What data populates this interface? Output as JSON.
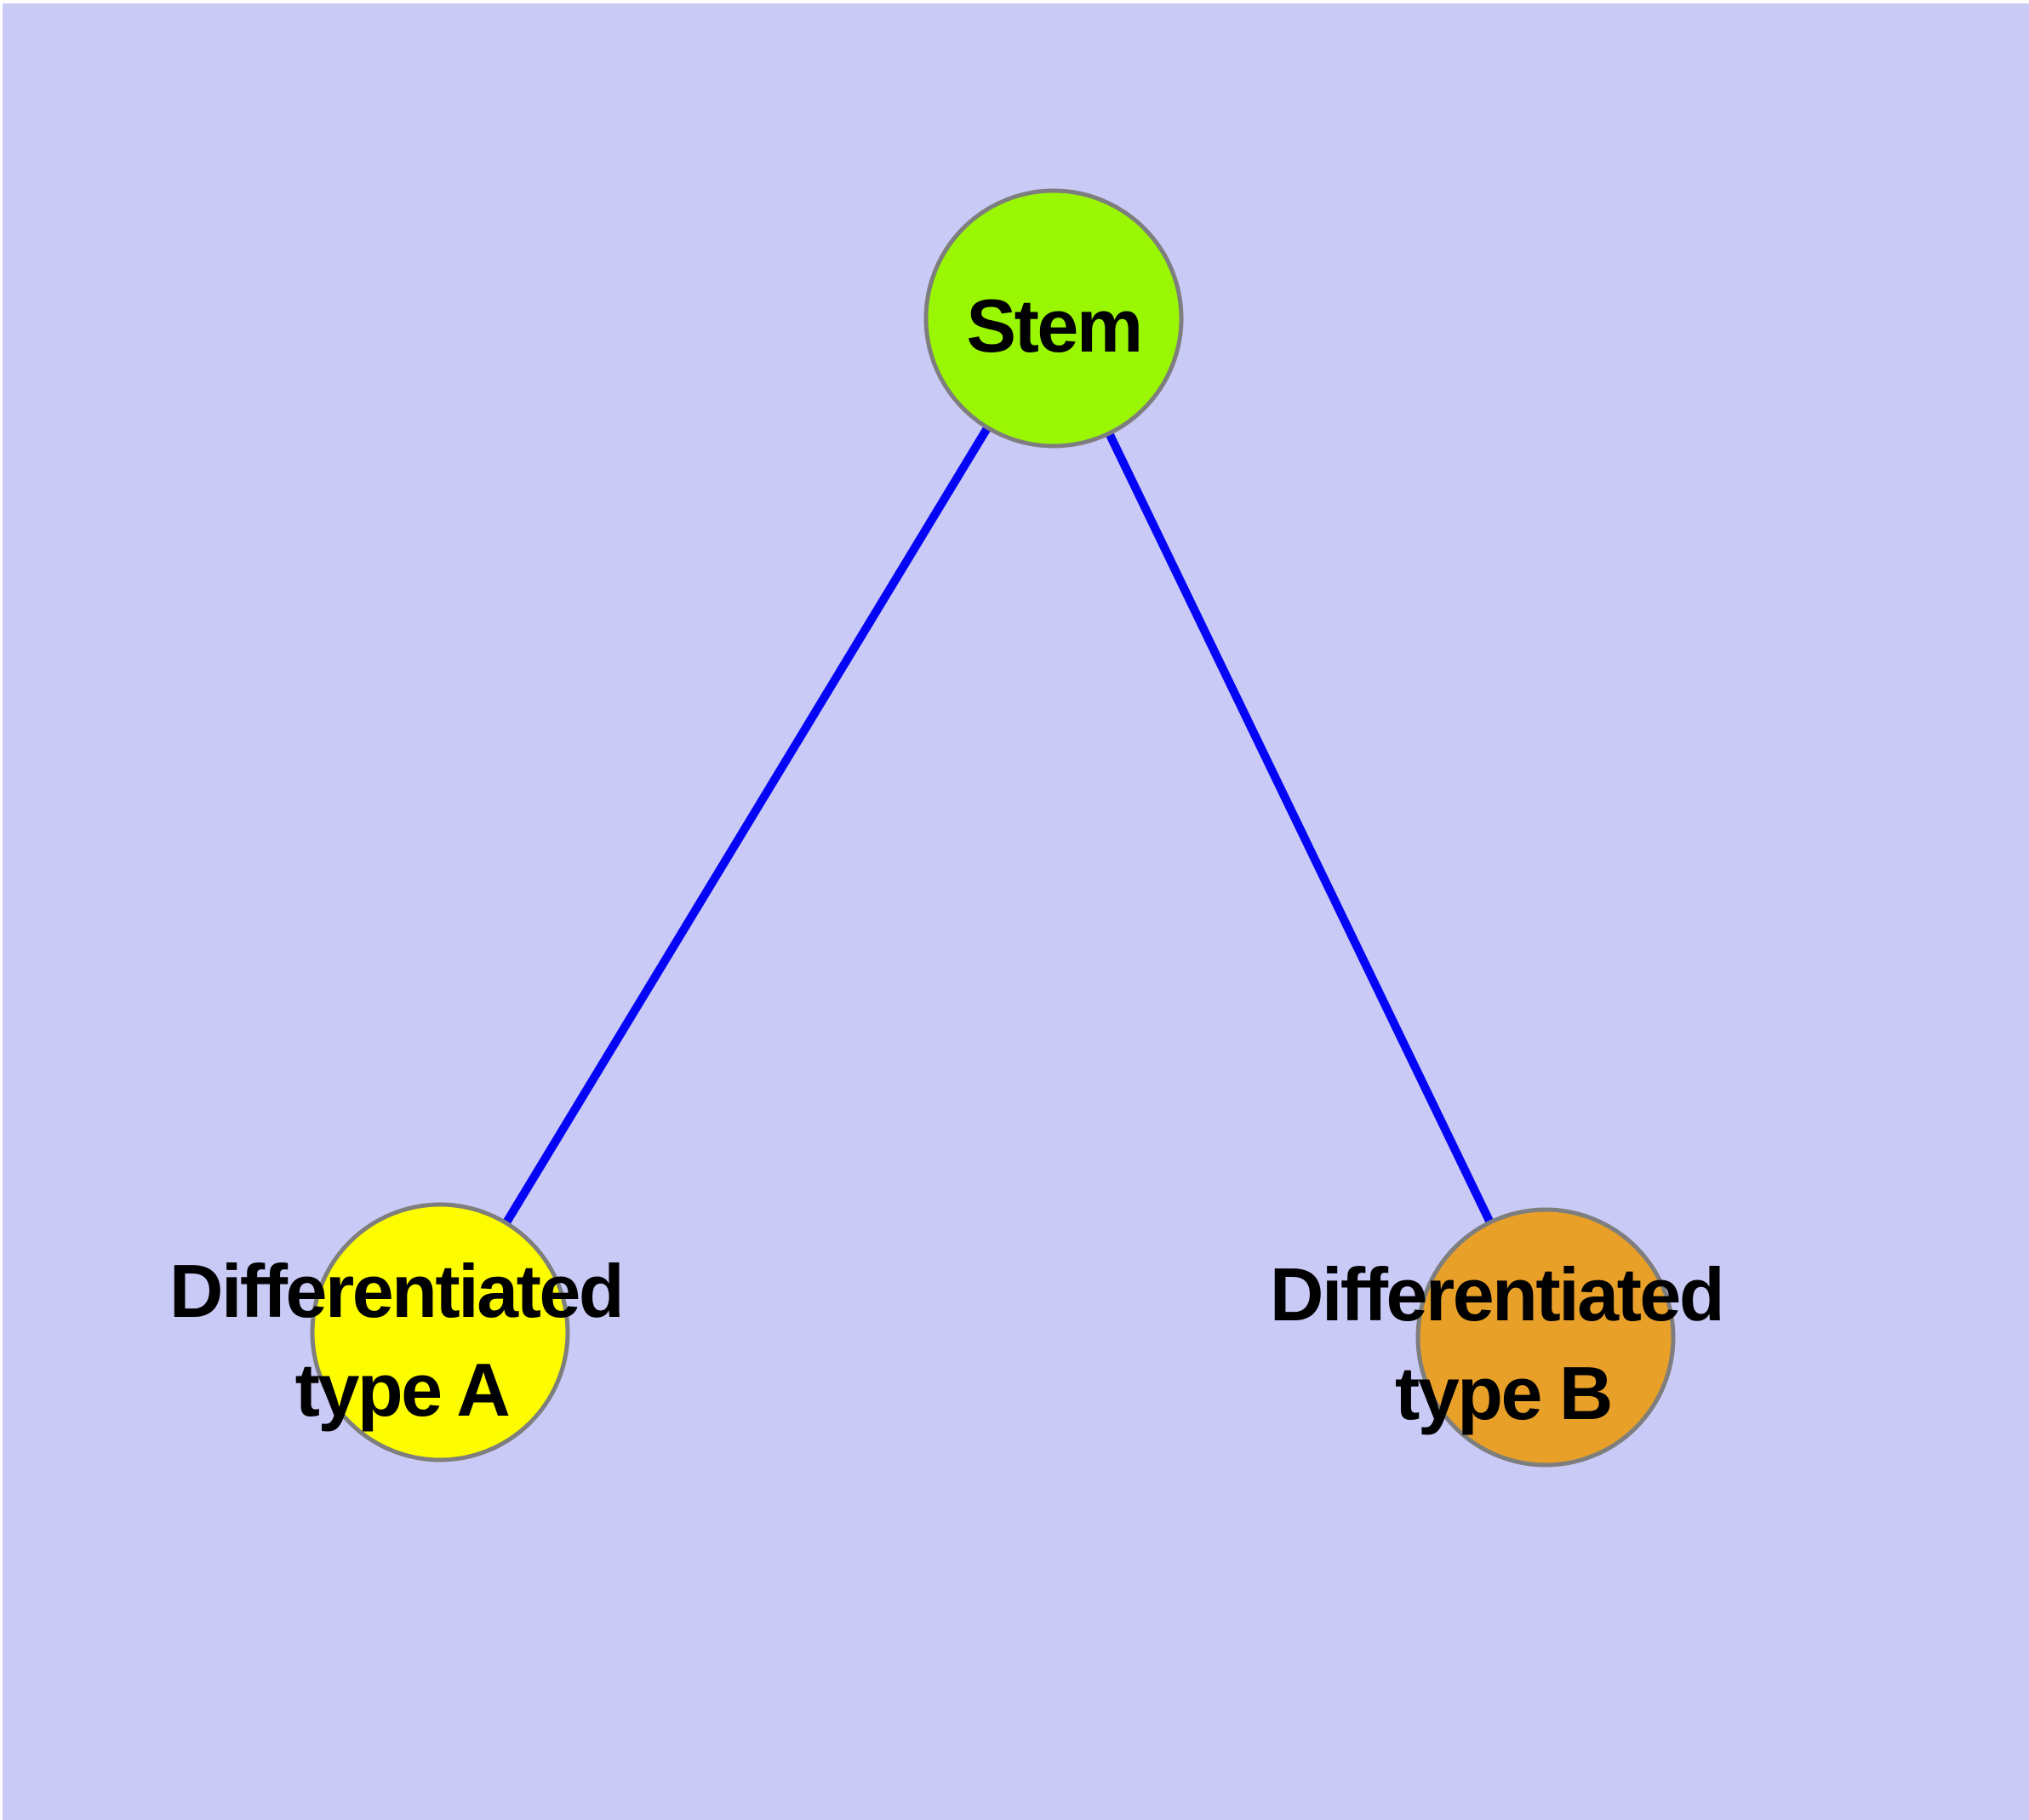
{
  "figure": {
    "background_color": "#CACAF7",
    "margin_color": "#FFFFFF"
  },
  "graph": {
    "edge_color": "#0505F5",
    "node_border_color": "#7E7E7E",
    "label_color": "#000000",
    "nodes": [
      {
        "id": "stem",
        "label": "Stem",
        "color": "#99F703"
      },
      {
        "id": "type-a",
        "label_line1": "Differentiated",
        "label_line2": "type A",
        "color": "#FDFD00"
      },
      {
        "id": "type-b",
        "label_line1": "Differentiated",
        "label_line2": "type B",
        "color": "#E8A028"
      }
    ],
    "edges": [
      {
        "from": "Stem",
        "to": "Differentiated type A"
      },
      {
        "from": "Stem",
        "to": "Differentiated type B"
      }
    ]
  }
}
